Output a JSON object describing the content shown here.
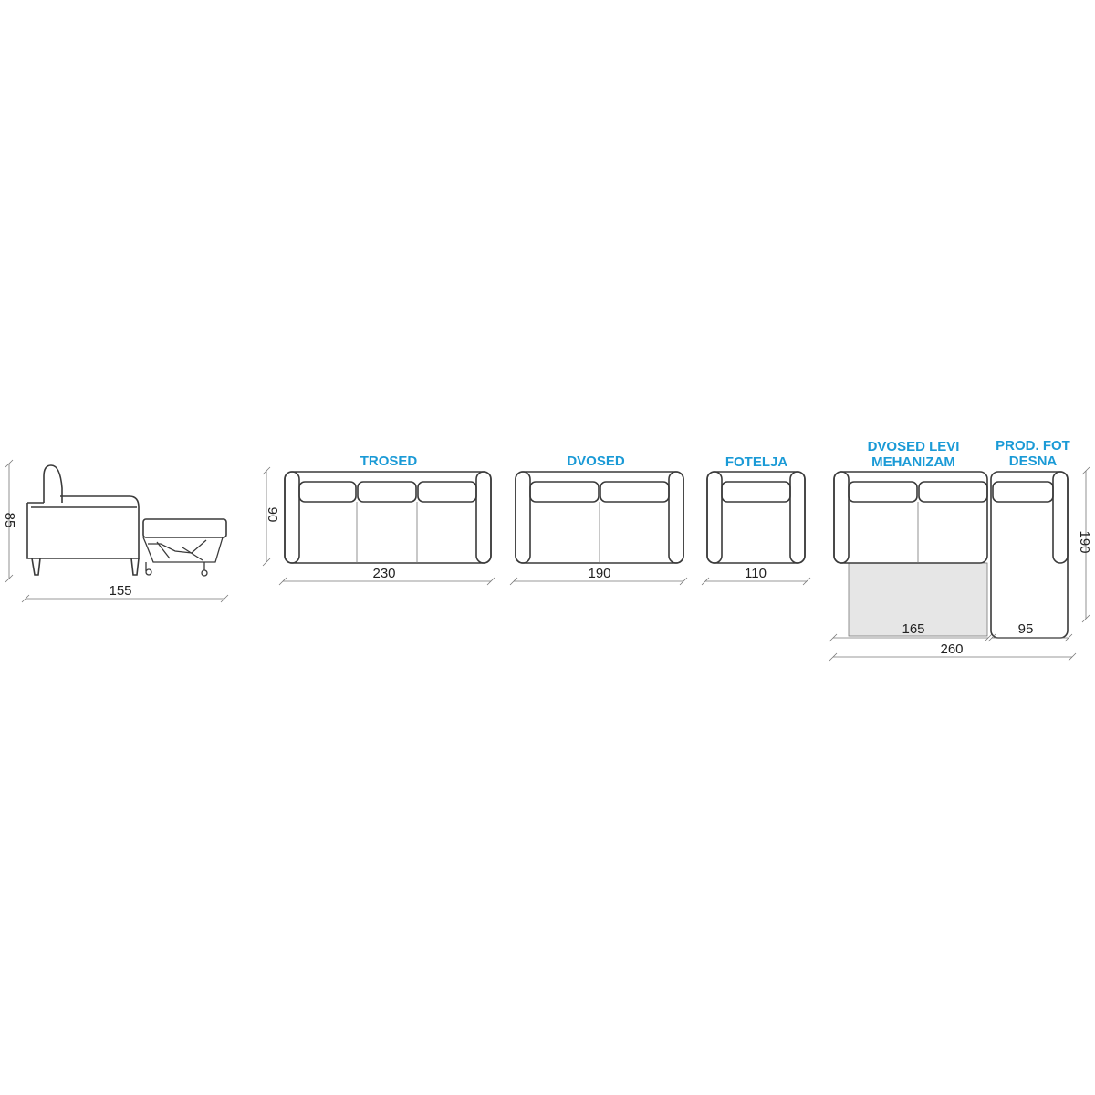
{
  "modules": {
    "trosed": {
      "label": "TROSED",
      "width": "230",
      "depth": "90"
    },
    "dvosed": {
      "label": "DVOSED",
      "width": "190"
    },
    "fotelja": {
      "label": "FOTELJA",
      "width": "110"
    },
    "dvosed_levi": {
      "label_line1": "DVOSED LEVI",
      "label_line2": "MEHANIZAM",
      "width": "165"
    },
    "prod_fot": {
      "label_line1": "PROD. FOT",
      "label_line2": "DESNA",
      "width": "95",
      "depth": "190"
    },
    "corner_total_width": "260"
  },
  "side_view": {
    "height": "85",
    "depth_extended": "155"
  },
  "colors": {
    "label": "#1a9ad6",
    "line": "#3a3a3a",
    "mechanism_fill": "#e6e6e6"
  }
}
